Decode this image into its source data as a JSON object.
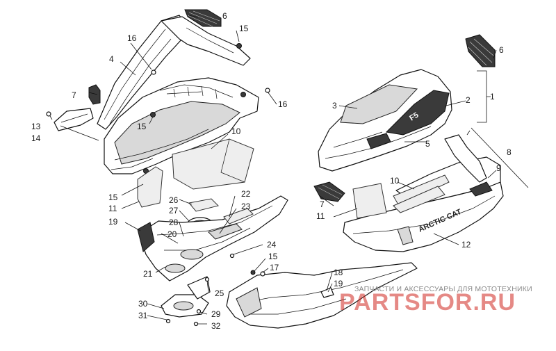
{
  "callouts": [
    {
      "label": "1"
    },
    {
      "label": "2"
    },
    {
      "label": "3"
    },
    {
      "label": "4"
    },
    {
      "label": "5"
    },
    {
      "label": "6"
    },
    {
      "label": "6"
    },
    {
      "label": "7"
    },
    {
      "label": "7"
    },
    {
      "label": "8"
    },
    {
      "label": "9"
    },
    {
      "label": "10"
    },
    {
      "label": "10"
    },
    {
      "label": "11"
    },
    {
      "label": "11"
    },
    {
      "label": "12"
    },
    {
      "label": "13"
    },
    {
      "label": "14"
    },
    {
      "label": "15"
    },
    {
      "label": "15"
    },
    {
      "label": "15"
    },
    {
      "label": "15"
    },
    {
      "label": "16"
    },
    {
      "label": "16"
    },
    {
      "label": "17"
    },
    {
      "label": "18"
    },
    {
      "label": "19"
    },
    {
      "label": "19"
    },
    {
      "label": "20"
    },
    {
      "label": "21"
    },
    {
      "label": "22"
    },
    {
      "label": "23"
    },
    {
      "label": "24"
    },
    {
      "label": "25"
    },
    {
      "label": "26"
    },
    {
      "label": "27"
    },
    {
      "label": "28"
    },
    {
      "label": "29"
    },
    {
      "label": "30"
    },
    {
      "label": "31"
    },
    {
      "label": "32"
    }
  ],
  "decals": {
    "panel_logo": "ARCTIC CAT",
    "side_logo": "F5"
  },
  "watermark": {
    "tagline": "ЗАПЧАСТИ И АКСЕССУАРЫ ДЛЯ МОТОТЕХНИКИ",
    "site": "PARTSFOR.RU"
  }
}
